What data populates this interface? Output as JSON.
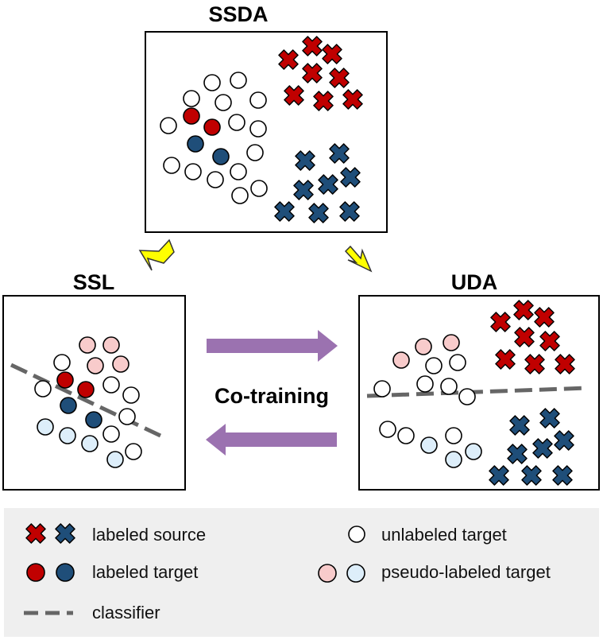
{
  "titles": {
    "ssda": "SSDA",
    "ssl": "SSL",
    "uda": "UDA"
  },
  "center_label": "Co-training",
  "legend": {
    "labeled_source": "labeled source",
    "labeled_target": "labeled target",
    "classifier": "classifier",
    "unlabeled_target": "unlabeled target",
    "pseudo_labeled_target": "pseudo-labeled target"
  },
  "colors": {
    "red": "#c00000",
    "blue": "#1f4e79",
    "pink": "#f8cbcb",
    "light_blue": "#ddeefa",
    "white": "#ffffff",
    "dash": "#666666",
    "yellow_arrow": "#ffff00",
    "purple_arrow": "#9b72b0",
    "legend_bg": "#efefef"
  },
  "icons": {
    "cross": "x-mark-icon",
    "circle": "circle-icon",
    "down_left_arrow": "arrow-down-left-icon",
    "down_right_arrow": "arrow-down-right-icon",
    "right_arrow": "arrow-right-icon",
    "left_arrow": "arrow-left-icon"
  }
}
